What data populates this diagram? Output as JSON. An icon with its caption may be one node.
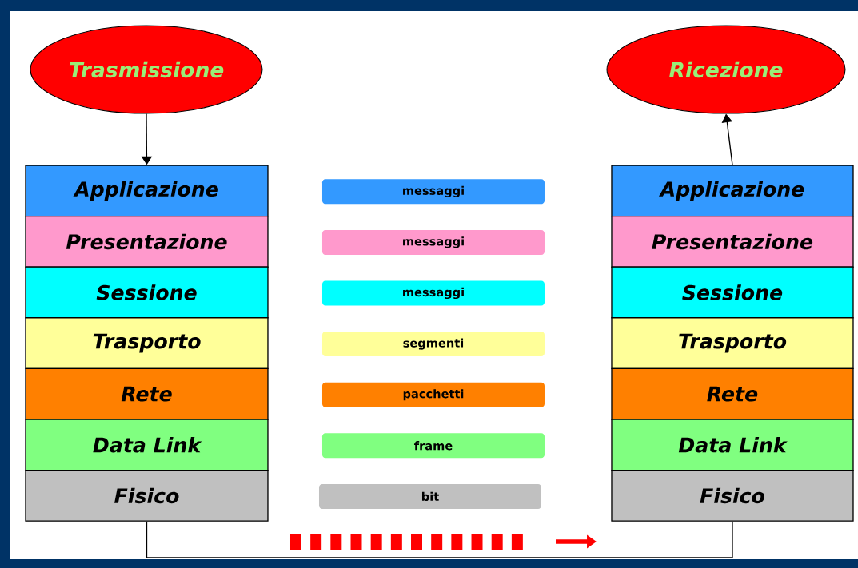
{
  "diagram": {
    "nodes": [
      {
        "text": [
          "Trasmissione"
        ]
      },
      {
        "text": [
          "Ricezione"
        ]
      },
      {
        "text": [
          "Applicazione"
        ]
      },
      {
        "text": [
          "Presentazione"
        ]
      },
      {
        "text": [
          "Sessione"
        ]
      },
      {
        "text": [
          "Trasporto"
        ]
      },
      {
        "text": [
          "Rete"
        ]
      },
      {
        "text": [
          "Data Link"
        ]
      },
      {
        "text": [
          "Fisico"
        ]
      },
      {
        "text": [
          "Applicazione"
        ]
      },
      {
        "text": [
          "Presentazione"
        ]
      },
      {
        "text": [
          "Sessione"
        ]
      },
      {
        "text": [
          "Trasporto"
        ]
      },
      {
        "text": [
          "Rete"
        ]
      },
      {
        "text": [
          "Data Link"
        ]
      },
      {
        "text": [
          "Fisico"
        ]
      },
      {
        "text": [
          "messaggi"
        ]
      },
      {
        "text": [
          "messaggi"
        ]
      },
      {
        "text": [
          "messaggi"
        ]
      },
      {
        "text": [
          "segmenti"
        ]
      },
      {
        "text": [
          "pacchetti"
        ]
      },
      {
        "text": [
          "frame"
        ]
      },
      {
        "text": [
          "bit"
        ]
      }
    ],
    "edges": [
      {
        "from": 0,
        "to": 2,
        "arrow": "to"
      },
      {
        "from": 9,
        "to": 1,
        "arrow": "to"
      },
      {
        "from": 8,
        "to": 15,
        "arrow": "none"
      }
    ]
  }
}
